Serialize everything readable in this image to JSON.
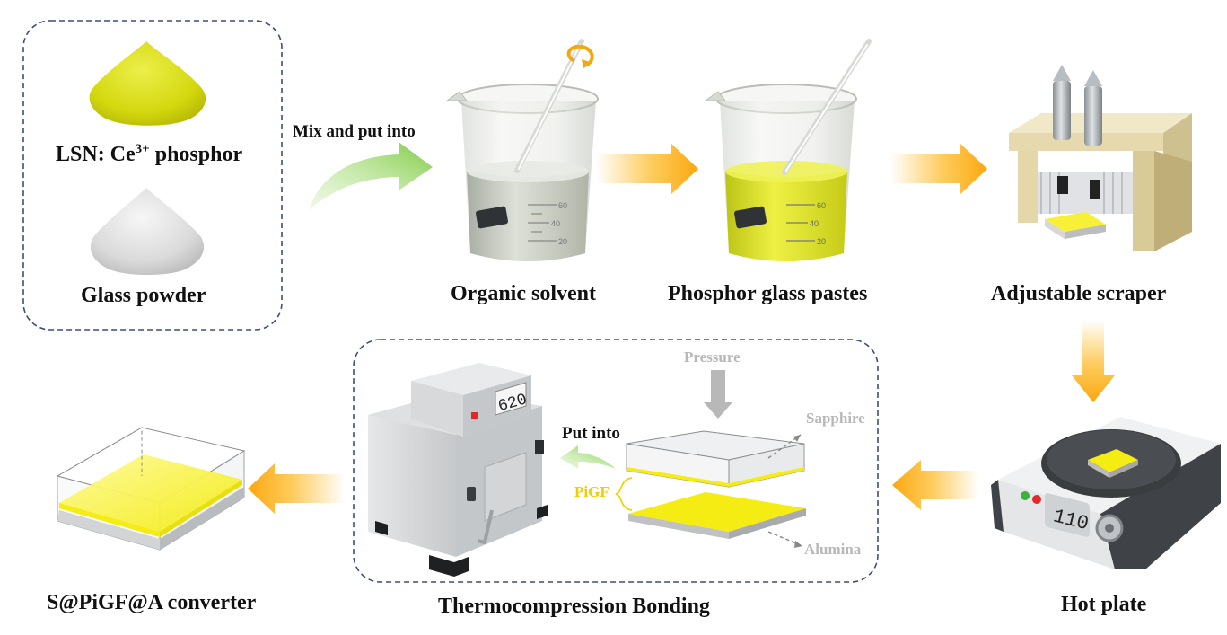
{
  "labels": {
    "phosphor_main": "LSN: Ce",
    "phosphor_sup": "3+",
    "phosphor_rest": " phosphor",
    "glass_powder": "Glass powder",
    "mix": "Mix and put into",
    "organic_solvent": "Organic solvent",
    "pastes": "Phosphor glass pastes",
    "scraper": "Adjustable scraper",
    "hot_plate": "Hot plate",
    "thermo": "Thermocompression Bonding",
    "converter": "S@PiGF@A converter",
    "put_into": "Put into",
    "pressure": "Pressure",
    "sapphire": "Sapphire",
    "alumina": "Alumina",
    "pigf": "PiGF"
  },
  "displays": {
    "furnace": "620",
    "hot_plate": "110"
  },
  "beaker_marks": {
    "solvent": [
      "60",
      "40",
      "20"
    ],
    "paste": [
      "60",
      "40",
      "20"
    ]
  },
  "colors": {
    "phosphor_yellow": "#d8dc10",
    "film_yellow": "#f4ef1a",
    "arrow_orange": "#fdb515",
    "arrow_green": "#8fd25a",
    "frame_blue": "#3a4f7a",
    "annotation_gray": "#b8b8b8"
  }
}
